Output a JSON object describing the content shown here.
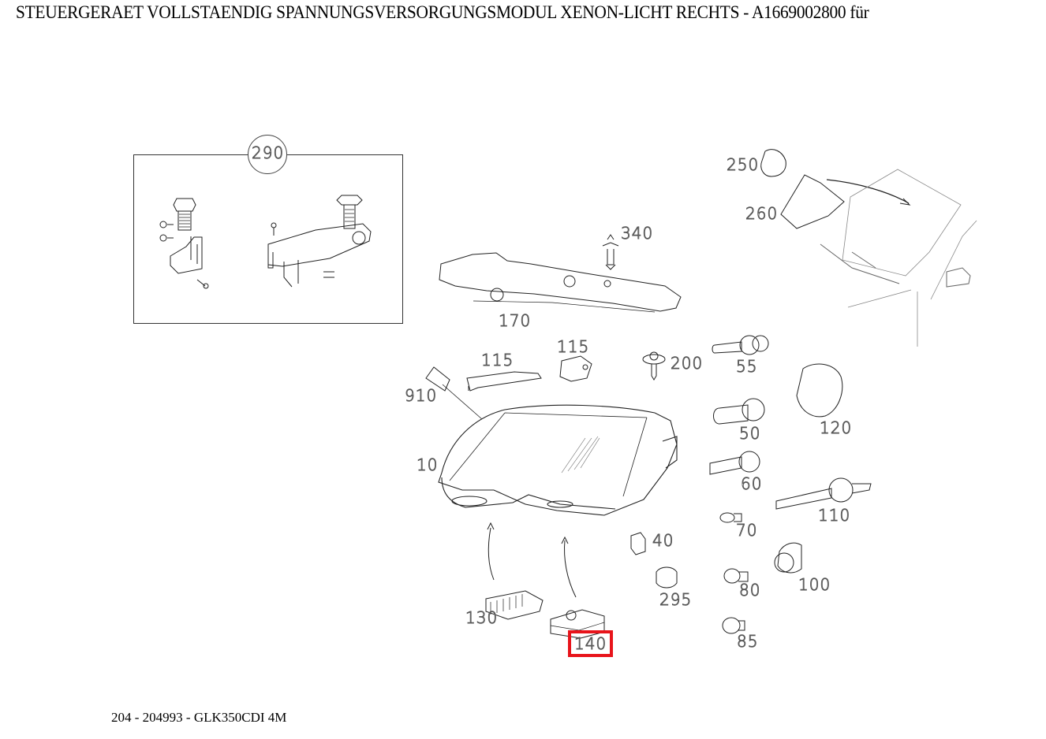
{
  "header": {
    "title": "STEUERGERAET VOLLSTAENDIG SPANNUNGSVERSORGUNGSMODUL XENON-LICHT RECHTS - A1669002800 für"
  },
  "footer": {
    "model_info": "204 - 204993 - GLK350CDI 4M"
  },
  "highlight": {
    "selected_part": "140",
    "color": "#e8141b"
  },
  "inset": {
    "label": "290"
  },
  "parts": [
    {
      "id": "250",
      "label": "250"
    },
    {
      "id": "260",
      "label": "260"
    },
    {
      "id": "340",
      "label": "340"
    },
    {
      "id": "170",
      "label": "170"
    },
    {
      "id": "115a",
      "label": "115"
    },
    {
      "id": "115b",
      "label": "115"
    },
    {
      "id": "200",
      "label": "200"
    },
    {
      "id": "910",
      "label": "910"
    },
    {
      "id": "55",
      "label": "55"
    },
    {
      "id": "50",
      "label": "50"
    },
    {
      "id": "120",
      "label": "120"
    },
    {
      "id": "10",
      "label": "10"
    },
    {
      "id": "60",
      "label": "60"
    },
    {
      "id": "110",
      "label": "110"
    },
    {
      "id": "70",
      "label": "70"
    },
    {
      "id": "40",
      "label": "40"
    },
    {
      "id": "80",
      "label": "80"
    },
    {
      "id": "100",
      "label": "100"
    },
    {
      "id": "295",
      "label": "295"
    },
    {
      "id": "130",
      "label": "130"
    },
    {
      "id": "140",
      "label": "140"
    },
    {
      "id": "85",
      "label": "85"
    }
  ]
}
